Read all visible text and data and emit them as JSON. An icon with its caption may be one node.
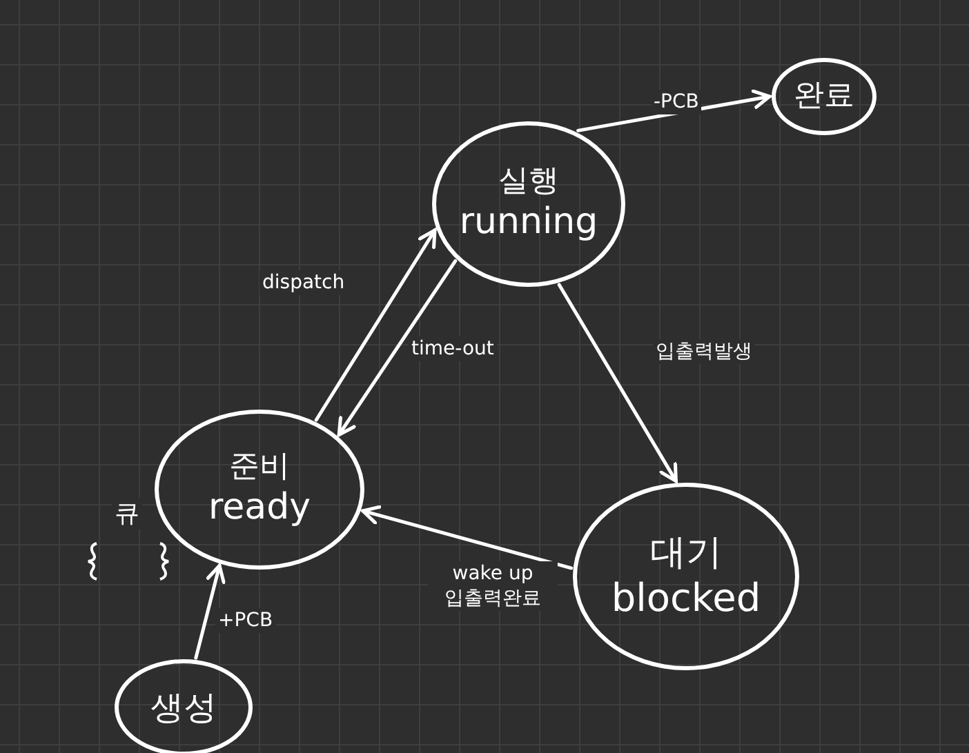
{
  "diagram": {
    "nodes": [
      {
        "text": [
          "실행",
          "running"
        ]
      },
      {
        "text": [
          "완료"
        ]
      },
      {
        "text": [
          "준비",
          "ready"
        ]
      },
      {
        "text": [
          "대기",
          "blocked"
        ]
      },
      {
        "text": [
          "생성"
        ]
      }
    ],
    "edges": [
      {
        "from": 4,
        "to": 2,
        "arrow": "to",
        "label": "+PCB"
      },
      {
        "from": 2,
        "to": 0,
        "arrow": "to",
        "label": "dispatch"
      },
      {
        "from": 0,
        "to": 2,
        "arrow": "to",
        "label": "time-out"
      },
      {
        "from": 0,
        "to": 1,
        "arrow": "to",
        "label": "-PCB"
      },
      {
        "from": 0,
        "to": 3,
        "arrow": "to",
        "label": "입출력발생"
      },
      {
        "from": 3,
        "to": 2,
        "arrow": "to",
        "label": "wake up 입출력완료"
      }
    ],
    "labels": [
      "큐"
    ]
  }
}
